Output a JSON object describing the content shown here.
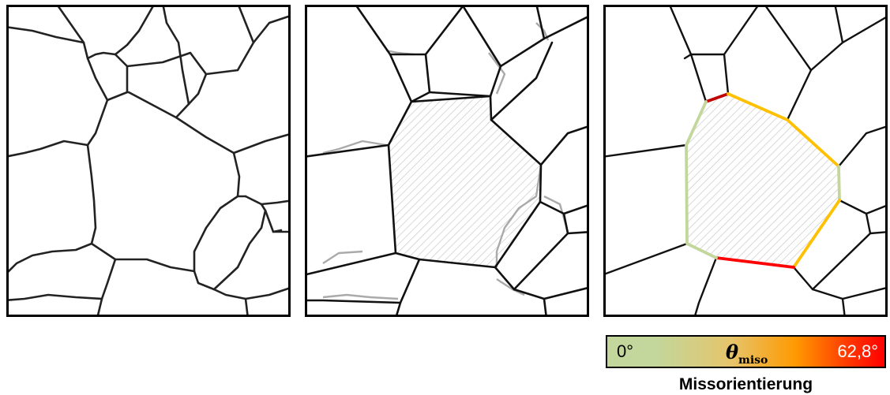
{
  "panels": [
    {
      "name": "grain-microstructure-panel"
    },
    {
      "name": "polygonized-grain-panel"
    },
    {
      "name": "misorientation-colored-panel"
    }
  ],
  "colors": {
    "boundary": "#222222",
    "original_boundary": "#aaaaaa",
    "hatch": "#c8c8c8",
    "miso_low": "#c3d69b",
    "miso_mid": "#ffc000",
    "miso_high": "#ff0000",
    "miso_dark_red": "#c00000"
  },
  "legend": {
    "min_label": "0°",
    "max_label": "62,8°",
    "symbol": "θ",
    "symbol_sub": "miso",
    "caption": "Missorientierung"
  }
}
